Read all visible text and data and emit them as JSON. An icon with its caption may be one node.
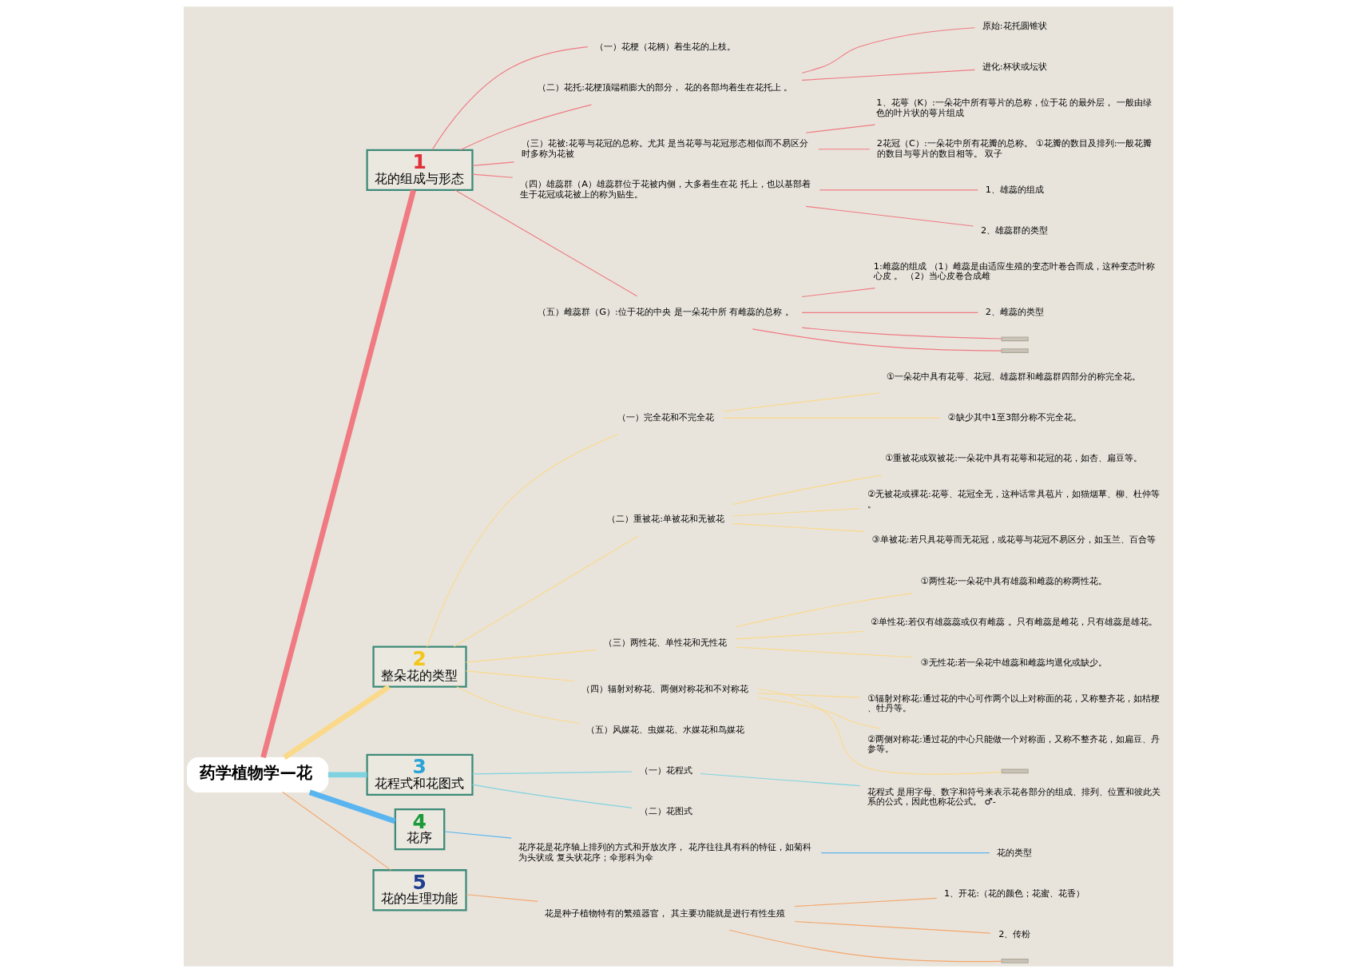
{
  "diagram": {
    "nodes": [
      {
        "text": [
          "药学植物学—花"
        ]
      },
      {
        "text": [
          "1",
          "花的组成与形态"
        ]
      },
      {
        "text": [
          "（一）花梗（花柄）着生花的上枝。"
        ]
      },
      {
        "text": [
          "（二）花托:花梗顶端稍膨大的部分， 花的各部均着生在花托上 。"
        ]
      },
      {
        "text": [
          "原始:花托圆锥状"
        ]
      },
      {
        "text": [
          "进化:杯状或坛状"
        ]
      },
      {
        "text": [
          "（三）花被:花萼与花冠的总称。尤其 是当花萼与花冠形态相似而不易区分时多称为花被"
        ]
      },
      {
        "text": [
          "1、花萼（K）:一朵花中所有萼片的总称，位于花 的最外层， 一般由绿色的叶片状的萼片组成"
        ]
      },
      {
        "text": [
          "2花冠（C）:一朵花中所有花瓣的总称。 ①花瓣的数目及排列:一般花瓣的数目与萼片的数目相等。 双子"
        ]
      },
      {
        "text": [
          "（四）雄蕊群（A）雄蕊群位于花被内侧，大多着生在花 托上，也以基部着生于花冠或花被上的称为贴生。"
        ]
      },
      {
        "text": [
          "1、雄蕊的组成"
        ]
      },
      {
        "text": [
          "2、雄蕊群的类型"
        ]
      },
      {
        "text": [
          "（五）雌蕊群（G）:位于花的中央 是一朵花中所 有雌蕊的总称 。"
        ]
      },
      {
        "text": [
          "1:雌蕊的组成 （1）雌蕊是由适应生殖的变态叶卷合而成，这种变态叶称心皮 。 （2）当心皮卷合成雌"
        ]
      },
      {
        "text": [
          "2、雌蕊的类型"
        ]
      },
      {
        "text": [],
        "shape": "bar"
      },
      {
        "text": [],
        "shape": "bar"
      },
      {
        "text": [
          "2",
          "整朵花的类型"
        ]
      },
      {
        "text": [
          "（一）完全花和不完全花"
        ]
      },
      {
        "text": [
          "①一朵花中具有花萼、花冠、雄蕊群和雌蕊群四部分的称完全花。"
        ]
      },
      {
        "text": [
          "②缺少其中1至3部分称不完全花。"
        ]
      },
      {
        "text": [
          "（二）重被花:单被花和无被花"
        ]
      },
      {
        "text": [
          "①重被花或双被花:一朵花中具有花萼和花冠的花，如杏、扁豆等。"
        ]
      },
      {
        "text": [
          "②无被花或裸花:花萼、花冠全无，这种话常具苞片，如猫烟草、柳、杜仲等。"
        ]
      },
      {
        "text": [
          "③单被花:若只具花萼而无花冠，或花萼与花冠不易区分，如玉兰、百合等"
        ]
      },
      {
        "text": [
          "（三）两性花、单性花和无性花"
        ]
      },
      {
        "text": [
          "①两性花:一朵花中具有雄蕊和雌蕊的称两性花。"
        ]
      },
      {
        "text": [
          "②单性花:若仅有雄蕊蕊或仅有雌蕊 。只有雌蕊是雌花，只有雄蕊是雄花。"
        ]
      },
      {
        "text": [
          "③无性花:若一朵花中雄蕊和雌蕊均退化或缺少。"
        ]
      },
      {
        "text": [
          "（四）辐射对称花、两侧对称花和不对称花"
        ]
      },
      {
        "text": [
          "①辐射对称花:通过花的中心可作两个以上对称面的花，又称整齐花，如桔梗、牡丹等。"
        ]
      },
      {
        "text": [
          "②两侧对称花:通过花的中心只能做一个对称面，又称不整齐花，如扁豆、丹参等。"
        ]
      },
      {
        "text": [],
        "shape": "bar"
      },
      {
        "text": [
          "（五）风媒花、虫媒花、水媒花和鸟媒花"
        ]
      },
      {
        "text": [
          "3",
          "花程式和花图式"
        ]
      },
      {
        "text": [
          "（一）花程式"
        ]
      },
      {
        "text": [
          "花程式 是用字母、数字和符号来表示花各部分的组成、排列、位置和彼此关系的公式，因此也称花公式。 ♂-"
        ]
      },
      {
        "text": [
          "（二）花图式"
        ]
      },
      {
        "text": [
          "4",
          "花序"
        ]
      },
      {
        "text": [
          "花序花是花序轴上排列的方式和开放次序， 花序往往具有科的特征，如菊科为头状或 复头状花序；伞形科为伞"
        ]
      },
      {
        "text": [
          "花的类型"
        ]
      },
      {
        "text": [
          "5",
          "花的生理功能"
        ]
      },
      {
        "text": [
          "花是种子植物特有的繁殖器官， 其主要功能就是进行有性生殖"
        ]
      },
      {
        "text": [
          "1、开花:（花的颜色；花蜜、花香）"
        ]
      },
      {
        "text": [
          "2、传粉"
        ]
      },
      {
        "text": [],
        "shape": "bar"
      }
    ],
    "edges": [
      {
        "from": 0,
        "to": 1,
        "arrow": "none",
        "style": "thick",
        "color": "#f07a82"
      },
      {
        "from": 1,
        "to": 2,
        "arrow": "none",
        "color": "#f07a82"
      },
      {
        "from": 1,
        "to": 3,
        "arrow": "none",
        "color": "#f07a82"
      },
      {
        "from": 3,
        "to": 4,
        "arrow": "none",
        "color": "#f07a82"
      },
      {
        "from": 3,
        "to": 5,
        "arrow": "none",
        "color": "#f07a82"
      },
      {
        "from": 1,
        "to": 6,
        "arrow": "none",
        "color": "#f07a82"
      },
      {
        "from": 6,
        "to": 7,
        "arrow": "none",
        "color": "#f07a82"
      },
      {
        "from": 6,
        "to": 8,
        "arrow": "none",
        "color": "#f07a82"
      },
      {
        "from": 1,
        "to": 9,
        "arrow": "none",
        "color": "#f07a82"
      },
      {
        "from": 9,
        "to": 10,
        "arrow": "none",
        "color": "#f07a82"
      },
      {
        "from": 9,
        "to": 11,
        "arrow": "none",
        "color": "#f07a82"
      },
      {
        "from": 1,
        "to": 12,
        "arrow": "none",
        "color": "#f07a82"
      },
      {
        "from": 12,
        "to": 13,
        "arrow": "none",
        "color": "#f07a82"
      },
      {
        "from": 12,
        "to": 14,
        "arrow": "none",
        "color": "#f07a82"
      },
      {
        "from": 12,
        "to": 15,
        "arrow": "none",
        "color": "#f07a82"
      },
      {
        "from": 12,
        "to": 16,
        "arrow": "none",
        "color": "#f07a82"
      },
      {
        "from": 0,
        "to": 17,
        "arrow": "none",
        "style": "thick",
        "color": "#fbd98a"
      },
      {
        "from": 17,
        "to": 18,
        "arrow": "none",
        "color": "#fbd98a"
      },
      {
        "from": 18,
        "to": 19,
        "arrow": "none",
        "color": "#fbd98a"
      },
      {
        "from": 18,
        "to": 20,
        "arrow": "none",
        "color": "#fbd98a"
      },
      {
        "from": 17,
        "to": 21,
        "arrow": "none",
        "color": "#fbd98a"
      },
      {
        "from": 21,
        "to": 22,
        "arrow": "none",
        "color": "#fbd98a"
      },
      {
        "from": 21,
        "to": 23,
        "arrow": "none",
        "color": "#fbd98a"
      },
      {
        "from": 21,
        "to": 24,
        "arrow": "none",
        "color": "#fbd98a"
      },
      {
        "from": 17,
        "to": 25,
        "arrow": "none",
        "color": "#fbd98a"
      },
      {
        "from": 25,
        "to": 26,
        "arrow": "none",
        "color": "#fbd98a"
      },
      {
        "from": 25,
        "to": 27,
        "arrow": "none",
        "color": "#fbd98a"
      },
      {
        "from": 25,
        "to": 28,
        "arrow": "none",
        "color": "#fbd98a"
      },
      {
        "from": 17,
        "to": 29,
        "arrow": "none",
        "color": "#fbd98a"
      },
      {
        "from": 29,
        "to": 30,
        "arrow": "none",
        "color": "#fbd98a"
      },
      {
        "from": 29,
        "to": 31,
        "arrow": "none",
        "color": "#fbd98a"
      },
      {
        "from": 29,
        "to": 32,
        "arrow": "none",
        "color": "#fbd98a"
      },
      {
        "from": 17,
        "to": 33,
        "arrow": "none",
        "color": "#fbd98a"
      },
      {
        "from": 0,
        "to": 34,
        "arrow": "none",
        "style": "thick",
        "color": "#7fd3e0"
      },
      {
        "from": 34,
        "to": 35,
        "arrow": "none",
        "color": "#7fd3e0"
      },
      {
        "from": 35,
        "to": 36,
        "arrow": "none",
        "color": "#7fd3e0"
      },
      {
        "from": 34,
        "to": 37,
        "arrow": "none",
        "color": "#7fd3e0"
      },
      {
        "from": 0,
        "to": 38,
        "arrow": "none",
        "style": "thick",
        "color": "#5ab4ef"
      },
      {
        "from": 38,
        "to": 39,
        "arrow": "none",
        "color": "#5ab4ef"
      },
      {
        "from": 39,
        "to": 40,
        "arrow": "none",
        "color": "#5ab4ef"
      },
      {
        "from": 0,
        "to": 41,
        "arrow": "none",
        "color": "#f5a66b"
      },
      {
        "from": 41,
        "to": 42,
        "arrow": "none",
        "color": "#f5a66b"
      },
      {
        "from": 42,
        "to": 43,
        "arrow": "none",
        "color": "#f5a66b"
      },
      {
        "from": 42,
        "to": 44,
        "arrow": "none",
        "color": "#f5a66b"
      },
      {
        "from": 42,
        "to": 45,
        "arrow": "none",
        "color": "#f5a66b"
      }
    ]
  }
}
